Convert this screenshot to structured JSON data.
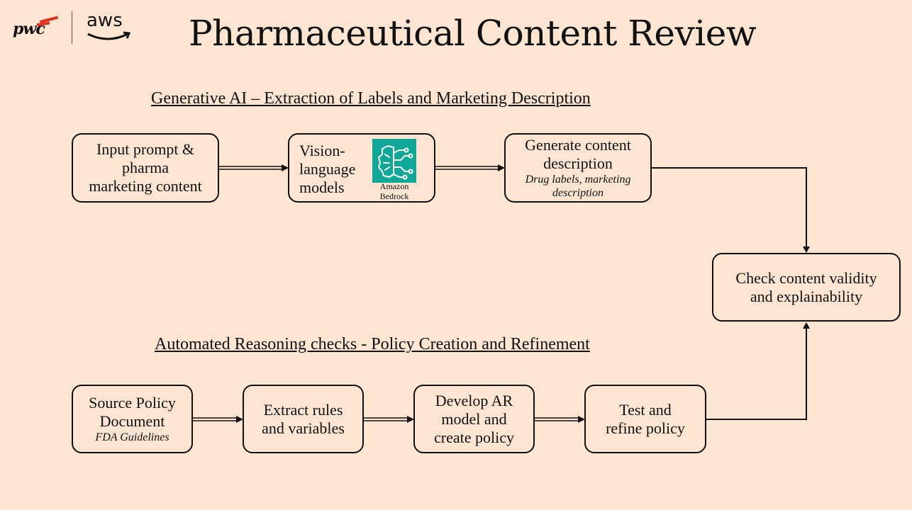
{
  "logos": {
    "pwc": "pwc",
    "aws": "aws"
  },
  "title": "Pharmaceutical Content Review",
  "sections": {
    "genai": "Generative AI – Extraction of Labels and Marketing Description",
    "ar": "Automated Reasoning checks - Policy Creation and Refinement"
  },
  "genai_flow": {
    "input": {
      "line1": "Input prompt &",
      "line2": "pharma",
      "line3": "marketing content"
    },
    "vlm": {
      "line1": "Vision-",
      "line2": "language",
      "line3": "models",
      "icon_label1": "Amazon",
      "icon_label2": "Bedrock",
      "icon": "amazon-bedrock-icon"
    },
    "generate": {
      "line1": "Generate content",
      "line2": "description",
      "sub1": "Drug labels, marketing",
      "sub2": "description"
    }
  },
  "check": {
    "line1": "Check content validity",
    "line2": "and explainability"
  },
  "ar_flow": {
    "source": {
      "line1": "Source Policy",
      "line2": "Document",
      "sub": "FDA Guidelines"
    },
    "extract": {
      "line1": "Extract rules",
      "line2": "and variables"
    },
    "develop": {
      "line1": "Develop AR",
      "line2": "model and",
      "line3": "create policy"
    },
    "test": {
      "line1": "Test and",
      "line2": "refine policy"
    }
  },
  "colors": {
    "background": "#fde5d2",
    "pwc_accent": "#e0301e",
    "bedrock": "#0fa898"
  }
}
